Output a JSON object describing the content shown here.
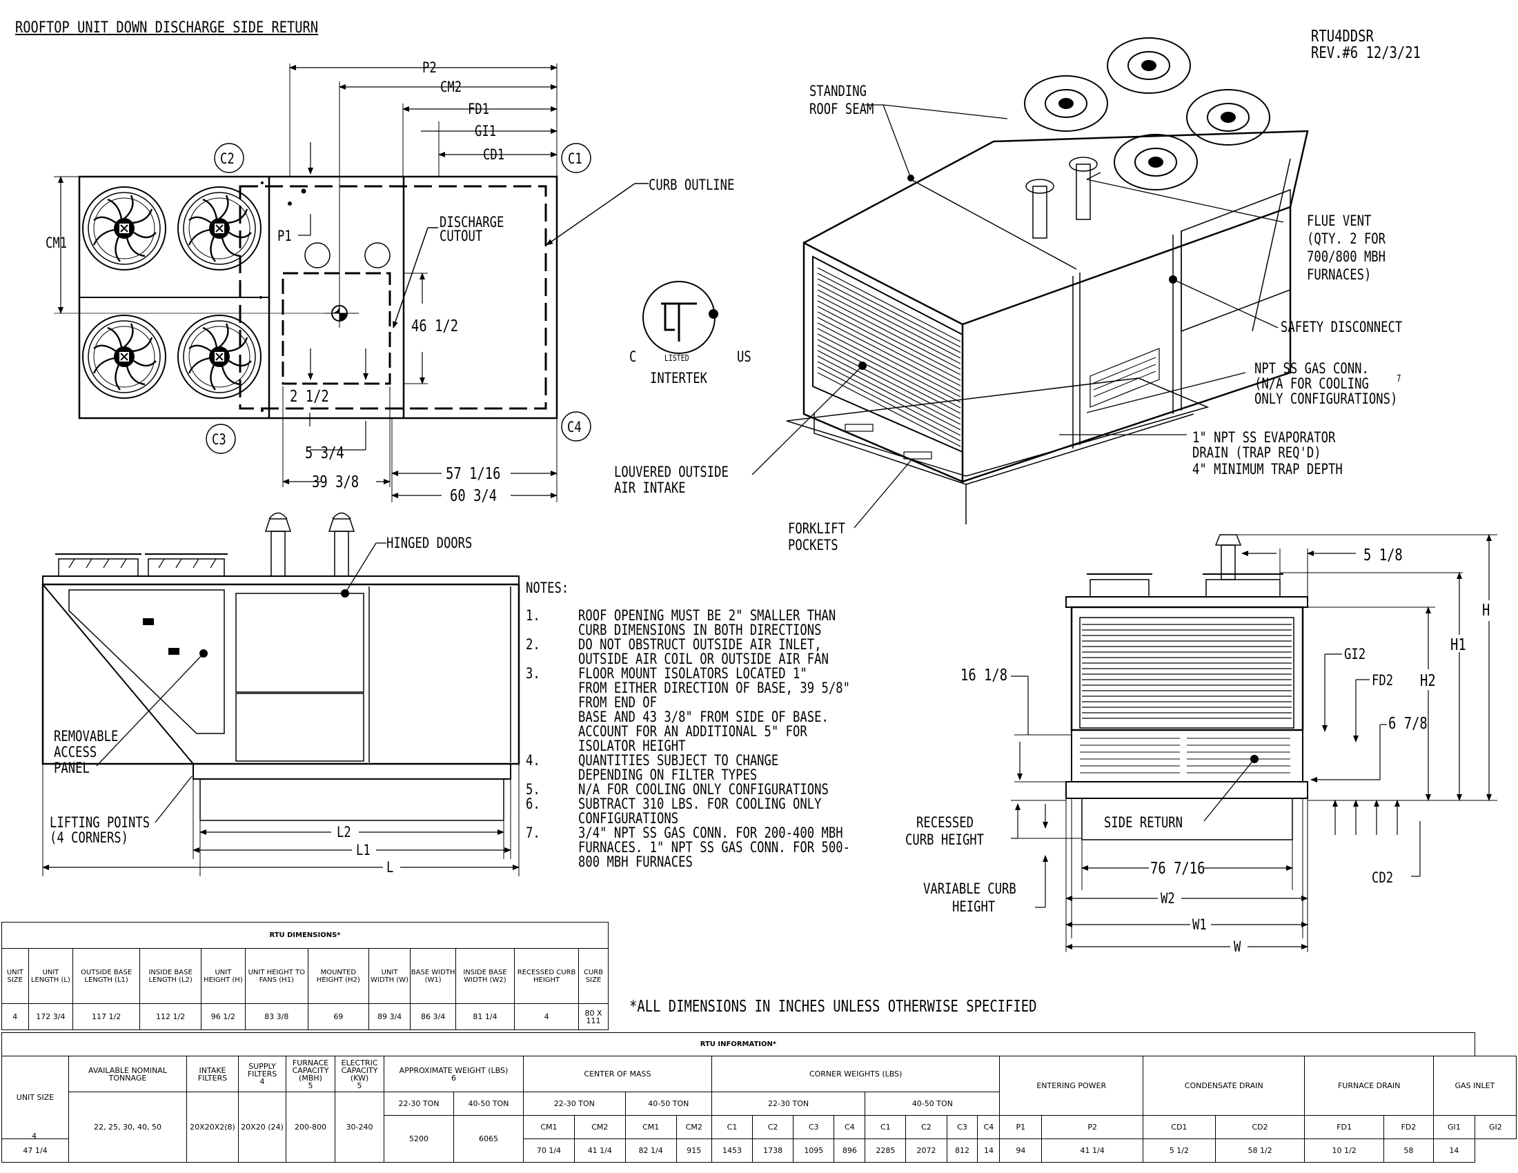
{
  "title": "ROOFTOP UNIT DOWN DISCHARGE SIDE RETURN",
  "drawing_id": "RTU4DDSR",
  "revision": "REV.#6 12/3/21",
  "top_view": {
    "corner_labels": [
      "C1",
      "C2",
      "C3",
      "C4"
    ],
    "dims": {
      "p2": "P2",
      "cm2": "CM2",
      "fd1": "FD1",
      "gi1": "GI1",
      "cd1": "CD1",
      "cm1": "CM1",
      "p1": "P1",
      "d46": "46 1/2",
      "d2": "2 1/2",
      "d5": "5 3/4",
      "d39": "39 3/8",
      "d57": "57 1/16",
      "d60": "60 3/4"
    },
    "curb_outline": "CURB OUTLINE",
    "discharge_cutout": [
      "DISCHARGE",
      "CUTOUT"
    ]
  },
  "logo": {
    "c": "C",
    "us": "US",
    "listed": "LISTED",
    "intertek": "INTERTEK"
  },
  "iso_view": {
    "standing_roof_seam": [
      "STANDING",
      "ROOF SEAM"
    ],
    "flue_vent": [
      "FLUE VENT",
      "(QTY. 2 FOR",
      "700/800 MBH",
      "FURNACES)"
    ],
    "safety_disconnect": "SAFETY DISCONNECT",
    "npt_gas": [
      "NPT SS GAS CONN.",
      "(N/A FOR COOLING",
      "ONLY CONFIGURATIONS)"
    ],
    "gas_flag": "7",
    "drain": [
      "1\" NPT SS EVAPORATOR",
      "DRAIN (TRAP REQ'D)",
      "4\" MINIMUM TRAP DEPTH"
    ],
    "louvered": [
      "LOUVERED OUTSIDE",
      "AIR INTAKE"
    ],
    "forklift": [
      "FORKLIFT",
      "POCKETS"
    ]
  },
  "side_view": {
    "hinged_doors": "HINGED DOORS",
    "removable": [
      "REMOVABLE",
      "ACCESS",
      "PANEL"
    ],
    "lifting": [
      "LIFTING POINTS",
      "(4 CORNERS)"
    ],
    "dims": {
      "l2": "L2",
      "l1": "L1",
      "l": "L"
    }
  },
  "notes": {
    "heading": "NOTES:",
    "items": [
      {
        "num": "1.",
        "lines": [
          "ROOF OPENING MUST BE 2\" SMALLER THAN",
          "CURB DIMENSIONS IN BOTH DIRECTIONS"
        ]
      },
      {
        "num": "2.",
        "lines": [
          "DO NOT OBSTRUCT OUTSIDE AIR INLET,",
          "OUTSIDE AIR COIL OR OUTSIDE AIR FAN"
        ]
      },
      {
        "num": "3.",
        "lines": [
          "FLOOR MOUNT ISOLATORS LOCATED 1\"",
          "FROM EITHER DIRECTION OF BASE, 39 5/8\"",
          "FROM END OF",
          "BASE AND 43 3/8\" FROM SIDE OF BASE.",
          "ACCOUNT FOR AN ADDITIONAL 5\" FOR",
          "ISOLATOR HEIGHT"
        ]
      },
      {
        "num": "4.",
        "lines": [
          "QUANTITIES SUBJECT TO CHANGE",
          "DEPENDING ON FILTER TYPES"
        ]
      },
      {
        "num": "5.",
        "lines": [
          "N/A FOR COOLING ONLY CONFIGURATIONS"
        ]
      },
      {
        "num": "6.",
        "lines": [
          "SUBTRACT 310 LBS. FOR COOLING ONLY",
          "CONFIGURATIONS"
        ]
      },
      {
        "num": "7.",
        "lines": [
          "3/4\" NPT SS GAS CONN. FOR 200-400 MBH",
          "FURNACES. 1\" NPT SS GAS CONN. FOR 500-",
          "800 MBH FURNACES"
        ]
      }
    ]
  },
  "end_view": {
    "dims": {
      "d518": "5 1/8",
      "h": "H",
      "h1": "H1",
      "h2": "H2",
      "gi2": "GI2",
      "fd2": "FD2",
      "d678": "6 7/8",
      "d1618": "16 1/8",
      "d76": "76 7/16",
      "w2": "W2",
      "w1": "W1",
      "w": "W",
      "cd2": "CD2"
    },
    "side_return": "SIDE RETURN",
    "recessed": [
      "RECESSED",
      "CURB HEIGHT"
    ],
    "variable": [
      "VARIABLE CURB",
      "HEIGHT"
    ]
  },
  "all_dims_note": "*ALL DIMENSIONS IN INCHES UNLESS OTHERWISE SPECIFIED",
  "dim_table": {
    "title": "RTU DIMENSIONS*",
    "headers": [
      "UNIT SIZE",
      "UNIT LENGTH (L)",
      "OUTSIDE BASE LENGTH (L1)",
      "INSIDE BASE LENGTH (L2)",
      "UNIT HEIGHT (H)",
      "UNIT HEIGHT TO FANS (H1)",
      "MOUNTED HEIGHT (H2)",
      "UNIT WIDTH (W)",
      "BASE WIDTH (W1)",
      "INSIDE BASE WIDTH (W2)",
      "RECESSED CURB HEIGHT",
      "CURB SIZE"
    ],
    "values": [
      "4",
      "172 3/4",
      "117 1/2",
      "112 1/2",
      "96 1/2",
      "83 3/8",
      "69",
      "89 3/4",
      "86 3/4",
      "81 1/4",
      "4",
      "80 X 111"
    ]
  },
  "info_table": {
    "title": "RTU INFORMATION*",
    "headers": {
      "unit_size": "UNIT SIZE",
      "tonnage": "AVAILABLE NOMINAL TONNAGE",
      "intake": "INTAKE FILTERS",
      "supply": "SUPPLY FILTERS",
      "supply_flag": "4",
      "furnace": "FURNACE CAPACITY (MBH)",
      "furnace_flag": "5",
      "electric": "ELECTRIC CAPACITY (KW)",
      "electric_flag": "5",
      "weight": "APPROXIMATE WEIGHT (LBS)",
      "weight_flag": "6",
      "com": "CENTER OF MASS",
      "corner": "CORNER WEIGHTS (LBS)",
      "entering": "ENTERING POWER",
      "condensate": "CONDENSATE DRAIN",
      "furnace_drain": "FURNACE DRAIN",
      "gas_inlet": "GAS INLET",
      "t2230": "22-30 TON",
      "t4050": "40-50 TON"
    },
    "sub": [
      "CM1",
      "CM2",
      "CM1",
      "CM2",
      "C1",
      "C2",
      "C3",
      "C4",
      "C1",
      "C2",
      "C3",
      "C4",
      "P1",
      "P2",
      "CD1",
      "CD2",
      "FD1",
      "FD2",
      "GI1",
      "GI2"
    ],
    "row": {
      "unit_size": "4",
      "tonnage": "22, 25, 30, 40, 50",
      "intake": "20X20X2(8)",
      "supply": "20X20 (24)",
      "furnace": "200-800",
      "electric": "30-240",
      "w2230": "5200",
      "w4050": "6065",
      "vals": [
        "47 1/4",
        "70 1/4",
        "41 1/4",
        "82 1/4",
        "915",
        "1453",
        "1738",
        "1095",
        "896",
        "2285",
        "2072",
        "812",
        "14",
        "94",
        "41 1/4",
        "5 1/2",
        "58 1/2",
        "10 1/2",
        "58",
        "14"
      ]
    }
  }
}
